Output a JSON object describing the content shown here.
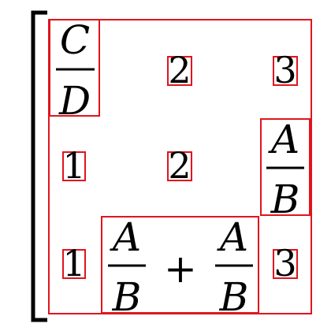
{
  "colors": {
    "box": "#e0141e",
    "ink": "#000000",
    "background": "#ffffff"
  },
  "matrix": {
    "row1": {
      "c1_num": "C",
      "c1_den": "D",
      "c2": "2",
      "c3": "3"
    },
    "row2": {
      "c1": "1",
      "c2": "2",
      "c3_num": "A",
      "c3_den": "B"
    },
    "row3": {
      "c1": "1",
      "sum_left_num": "A",
      "sum_left_den": "B",
      "sum_op": "+",
      "sum_right_num": "A",
      "sum_right_den": "B",
      "c3": "3"
    }
  }
}
